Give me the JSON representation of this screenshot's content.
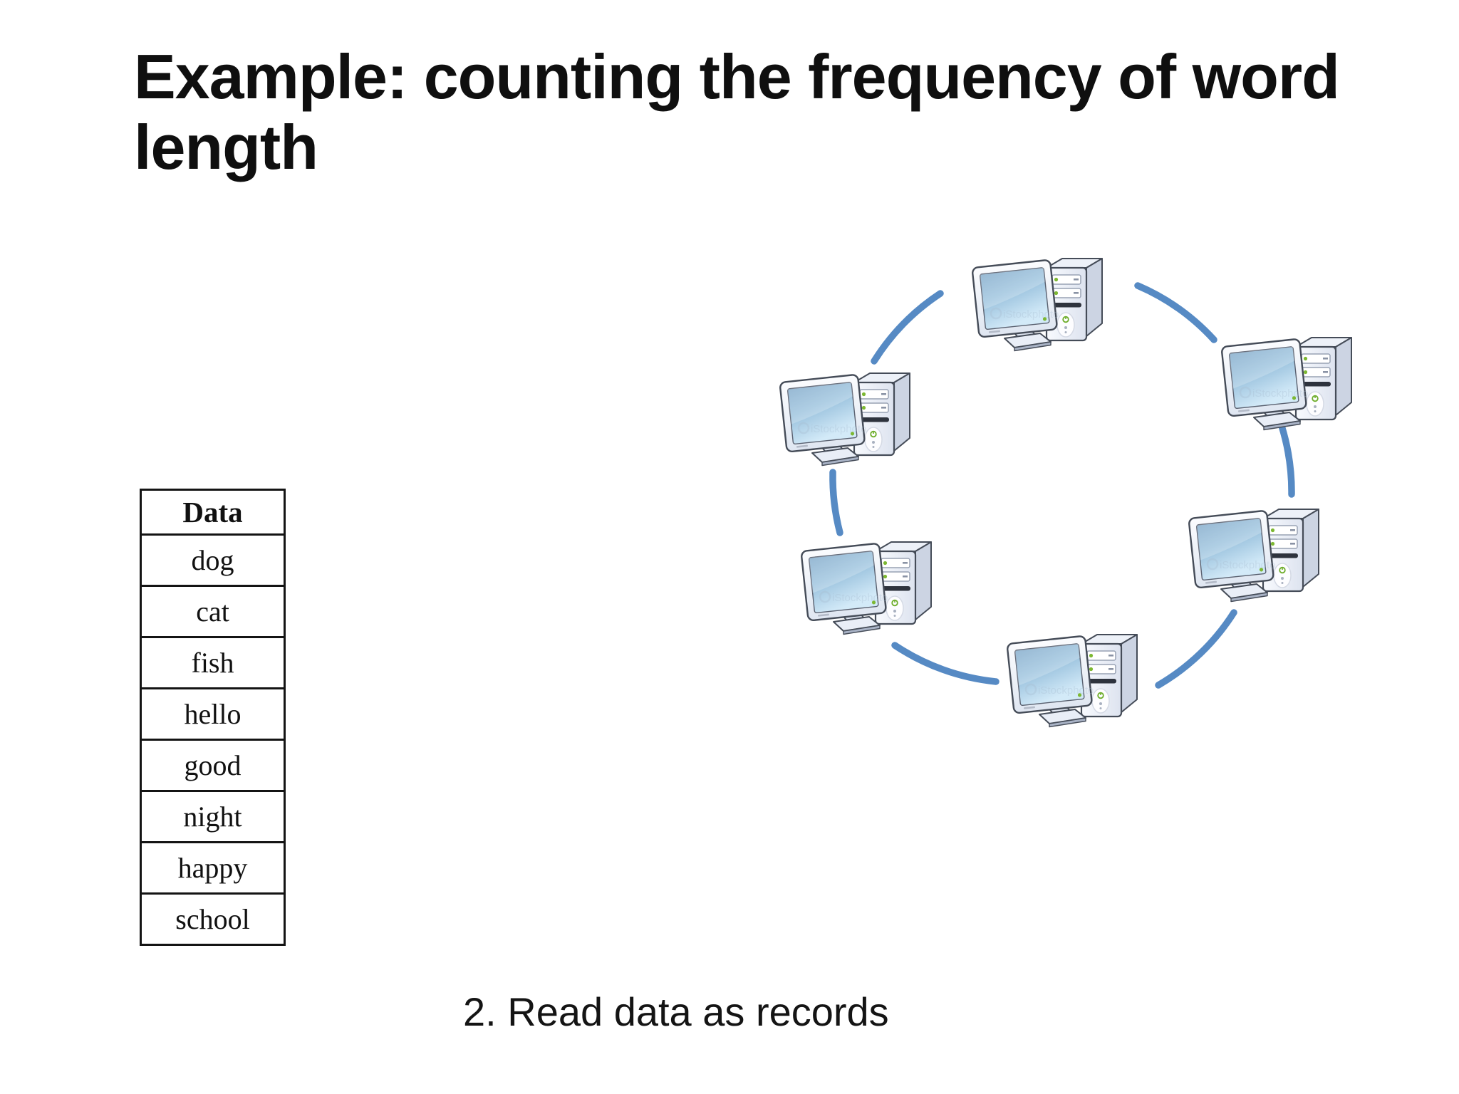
{
  "slide": {
    "title": "Example: counting the frequency of word length",
    "caption": "2. Read data as records",
    "background_color": "#ffffff"
  },
  "data_table": {
    "header": "Data",
    "rows": [
      "dog",
      "cat",
      "fish",
      "hello",
      "good",
      "night",
      "happy",
      "school"
    ]
  },
  "network_diagram": {
    "description": "six desktop computers connected in a ring",
    "node_count": 6,
    "watermark": "iStockphoto",
    "arc_color": "#568ac4",
    "led_color": "#7db832"
  }
}
